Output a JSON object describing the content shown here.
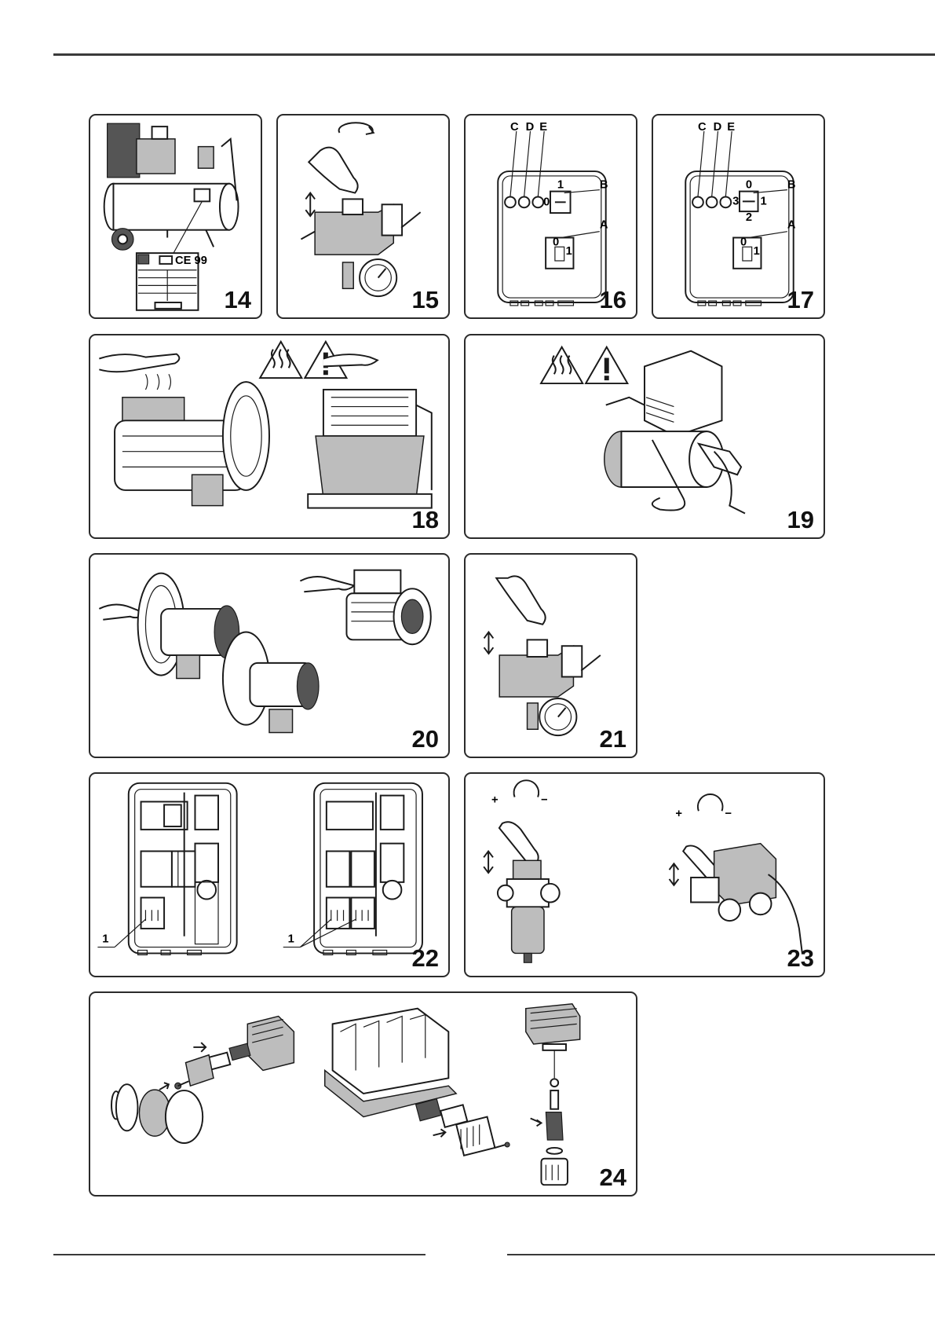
{
  "figures": [
    {
      "id": "14",
      "number": "14",
      "plate_text": "CE 99"
    },
    {
      "id": "15",
      "number": "15"
    },
    {
      "id": "16",
      "number": "16",
      "labels": {
        "c": "C",
        "d": "D",
        "e": "E",
        "b": "B",
        "a": "A"
      },
      "switch_b": {
        "top": "1",
        "left": "0"
      },
      "switch_a": {
        "top": "0",
        "right": "1"
      }
    },
    {
      "id": "17",
      "number": "17",
      "labels": {
        "c": "C",
        "d": "D",
        "e": "E",
        "b": "B",
        "a": "A"
      },
      "switch_b": {
        "top": "0",
        "left": "3",
        "right": "1",
        "bottom": "2"
      },
      "switch_a": {
        "top": "0",
        "right": "1"
      }
    },
    {
      "id": "18",
      "number": "18"
    },
    {
      "id": "19",
      "number": "19"
    },
    {
      "id": "20",
      "number": "20"
    },
    {
      "id": "21",
      "number": "21"
    },
    {
      "id": "22",
      "number": "22",
      "callout_left": "1",
      "callout_right": "1"
    },
    {
      "id": "23",
      "number": "23",
      "plus": "+",
      "minus": "−"
    },
    {
      "id": "24",
      "number": "24"
    }
  ],
  "colors": {
    "line": "#1a1a1a",
    "rule": "#3a3a3a",
    "shade": "#bdbdbd"
  }
}
